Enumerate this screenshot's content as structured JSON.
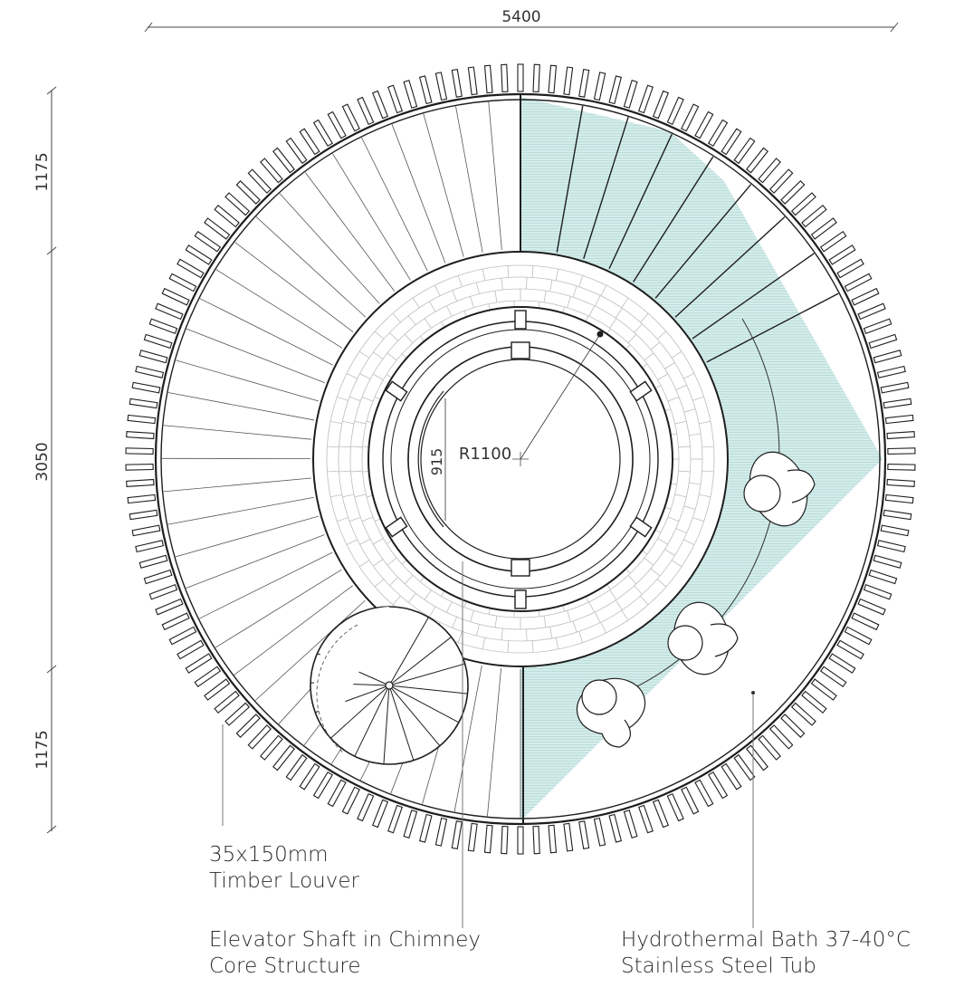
{
  "dimensions": {
    "overall_width": "5400",
    "top_segment": "1175",
    "middle_segment": "3050",
    "bottom_segment": "1175",
    "core_radius": "R1100",
    "shaft_depth": "915"
  },
  "callouts": {
    "louver": {
      "line1": "35x150mm",
      "line2": "Timber Louver"
    },
    "elevator": {
      "line1": "Elevator Shaft in Chimney",
      "line2": "Core Structure"
    },
    "bath": {
      "line1": "Hydrothermal Bath 37-40°C",
      "line2": "Stainless Steel Tub"
    }
  },
  "colors": {
    "bath_fill": "#cfe9e6",
    "line": "#1e1e1e"
  }
}
